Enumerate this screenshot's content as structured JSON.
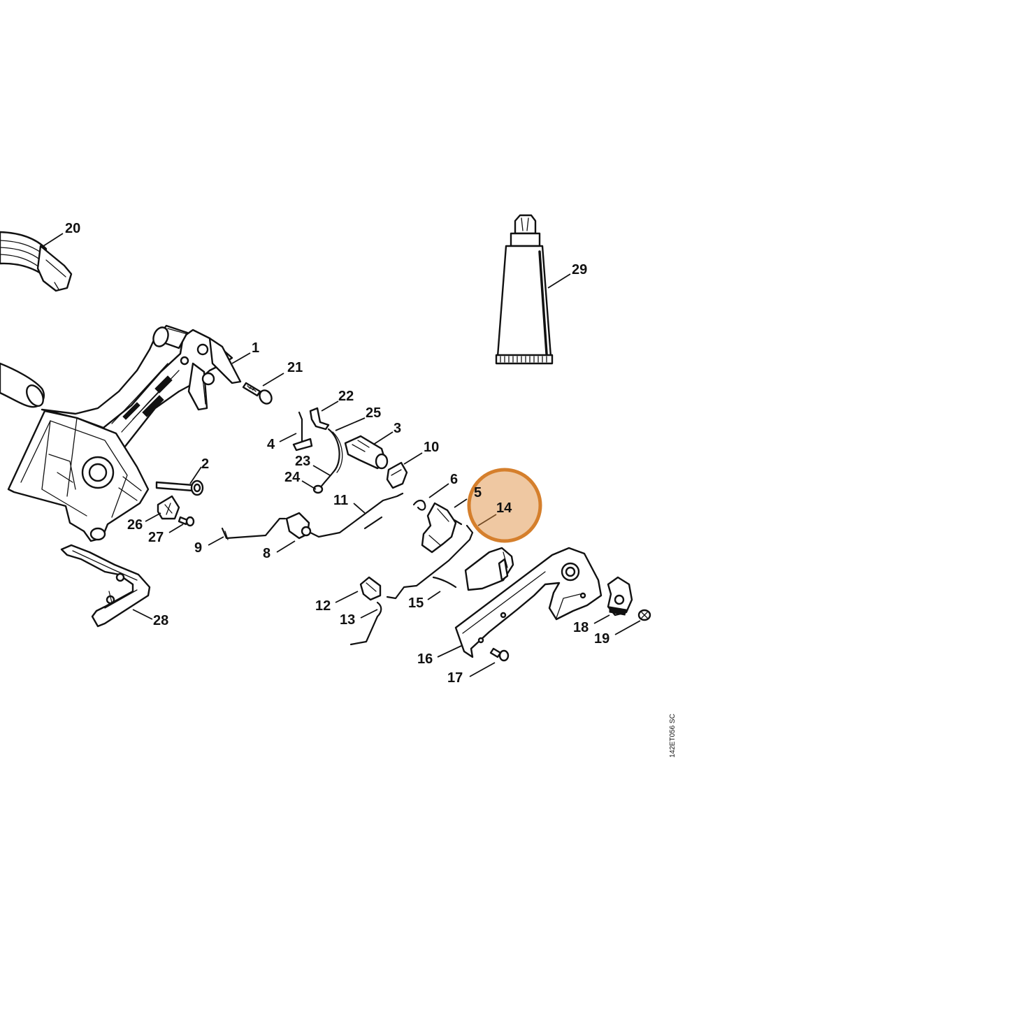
{
  "diagram": {
    "image_code": "142ET056 SC",
    "highlight_label": "14",
    "highlight_color": "#d57f2c",
    "labels": [
      {
        "id": "1",
        "text": "1"
      },
      {
        "id": "2",
        "text": "2"
      },
      {
        "id": "3",
        "text": "3"
      },
      {
        "id": "4",
        "text": "4"
      },
      {
        "id": "5",
        "text": "5"
      },
      {
        "id": "6",
        "text": "6"
      },
      {
        "id": "8",
        "text": "8"
      },
      {
        "id": "9",
        "text": "9"
      },
      {
        "id": "10",
        "text": "10"
      },
      {
        "id": "11",
        "text": "11"
      },
      {
        "id": "12",
        "text": "12"
      },
      {
        "id": "13",
        "text": "13"
      },
      {
        "id": "14",
        "text": "14"
      },
      {
        "id": "15",
        "text": "15"
      },
      {
        "id": "16",
        "text": "16"
      },
      {
        "id": "17",
        "text": "17"
      },
      {
        "id": "18",
        "text": "18"
      },
      {
        "id": "19",
        "text": "19"
      },
      {
        "id": "20",
        "text": "20"
      },
      {
        "id": "21",
        "text": "21"
      },
      {
        "id": "22",
        "text": "22"
      },
      {
        "id": "23",
        "text": "23"
      },
      {
        "id": "24",
        "text": "24"
      },
      {
        "id": "25",
        "text": "25"
      },
      {
        "id": "26",
        "text": "26"
      },
      {
        "id": "27",
        "text": "27"
      },
      {
        "id": "28",
        "text": "28"
      },
      {
        "id": "29",
        "text": "29"
      }
    ]
  }
}
